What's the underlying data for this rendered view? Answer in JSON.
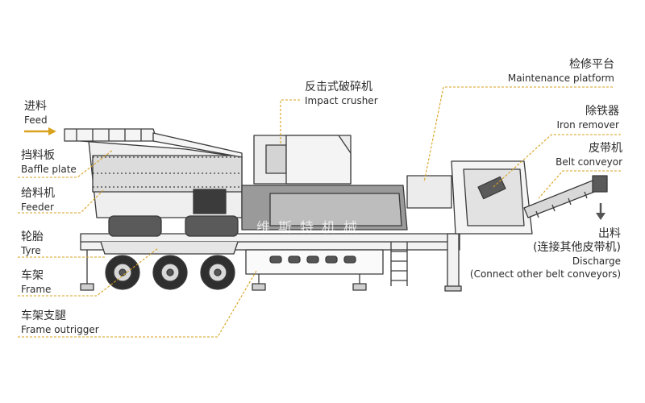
{
  "colors": {
    "accent": "#d9a21e",
    "line": "#3a3a3a",
    "fill_dark": "#9a9a9a",
    "fill_light": "#ececec"
  },
  "watermark": "维斯特机械",
  "labels": {
    "feed": {
      "zh": "进料",
      "en": "Feed"
    },
    "baffle": {
      "zh": "挡料板",
      "en": "Baffle plate"
    },
    "feeder": {
      "zh": "给料机",
      "en": "Feeder"
    },
    "tyre": {
      "zh": "轮胎",
      "en": "Tyre"
    },
    "frame": {
      "zh": "车架",
      "en": "Frame"
    },
    "outrigger": {
      "zh": "车架支腿",
      "en": "Frame outrigger"
    },
    "crusher": {
      "zh": "反击式破碎机",
      "en": "Impact crusher"
    },
    "maintenance": {
      "zh": "检修平台",
      "en": "Maintenance platform"
    },
    "iron": {
      "zh": "除铁器",
      "en": "Iron remover"
    },
    "belt": {
      "zh": "皮带机",
      "en": "Belt conveyor"
    },
    "discharge": {
      "zh": "出料",
      "zh2": "(连接其他皮带机)",
      "en": "Discharge",
      "en2": "(Connect other belt conveyors)"
    }
  }
}
